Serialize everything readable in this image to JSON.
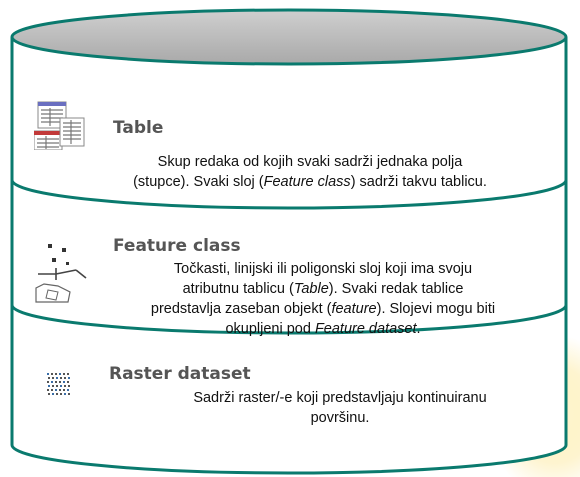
{
  "layers": [
    {
      "title": "Table",
      "icon": "table-icon",
      "desc": [
        [
          {
            "t": "Skup redaka od kojih svaki sadrži jednaka polja"
          }
        ],
        [
          {
            "t": "(stupce). Svaki sloj ("
          },
          {
            "t": "Feature class",
            "i": true
          },
          {
            "t": ") sadrži takvu tablicu."
          }
        ]
      ]
    },
    {
      "title": "Feature class",
      "icon": "feature-class-icon",
      "desc": [
        [
          {
            "t": "Točkasti, linijski ili poligonski sloj koji ima svoju"
          }
        ],
        [
          {
            "t": "atributnu tablicu ("
          },
          {
            "t": "Table",
            "i": true
          },
          {
            "t": "). Svaki redak tablice"
          }
        ],
        [
          {
            "t": "predstavlja zaseban objekt ("
          },
          {
            "t": "feature",
            "i": true
          },
          {
            "t": "). Slojevi mogu biti"
          }
        ],
        [
          {
            "t": "okupljeni pod "
          },
          {
            "t": "Feature dataset",
            "i": true
          },
          {
            "t": "."
          }
        ]
      ]
    },
    {
      "title": "Raster dataset",
      "icon": "raster-dataset-icon",
      "desc": [
        [
          {
            "t": "Sadrži raster/-e koji predstavljaju kontinuiranu"
          }
        ],
        [
          {
            "t": "površinu."
          }
        ]
      ]
    }
  ],
  "colors": {
    "outline": "#0a7a6e",
    "top_fill": "#b8b8b8",
    "glow": "#fde9a0"
  }
}
